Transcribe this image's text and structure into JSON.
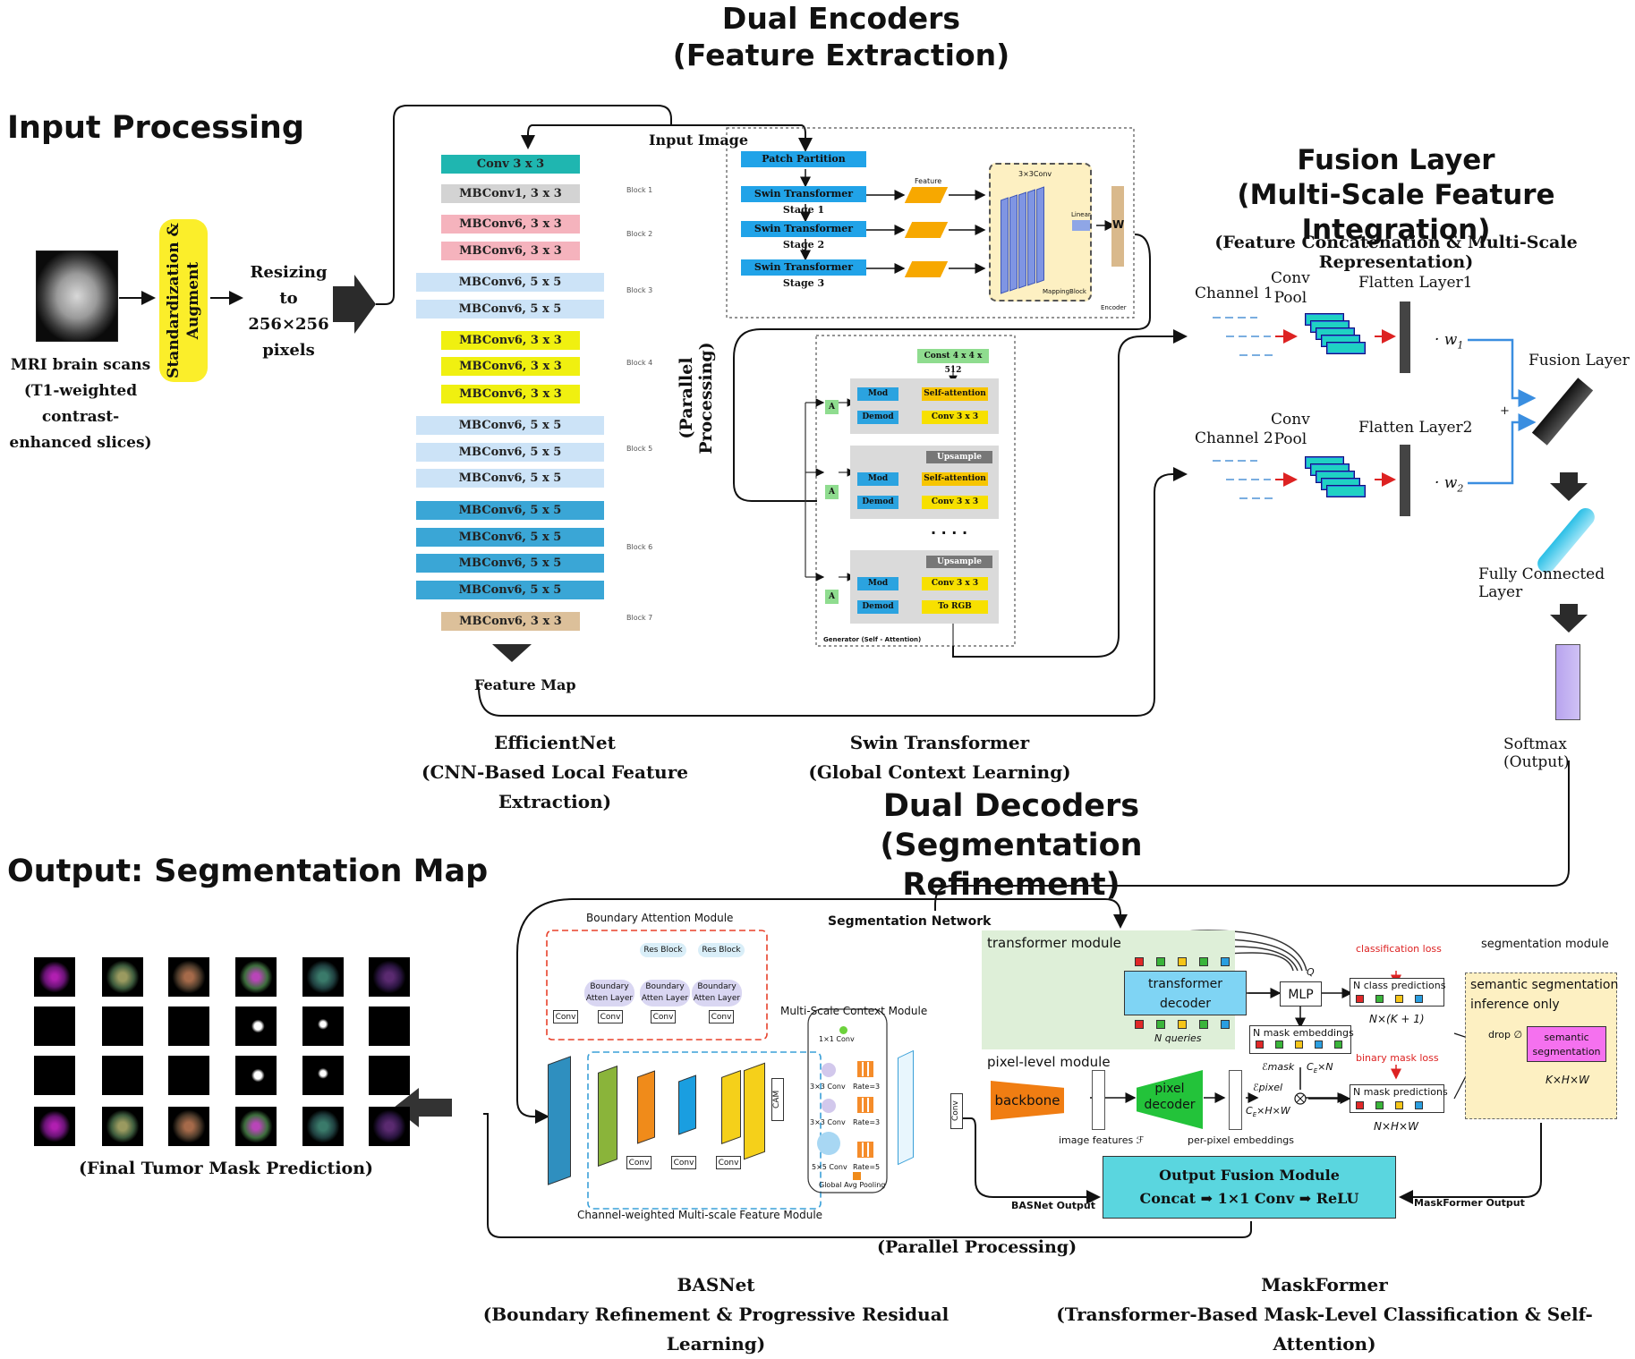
{
  "titles": {
    "dual_encoders": [
      "Dual Encoders",
      "(Feature Extraction)"
    ],
    "input_processing": "Input Processing",
    "fusion_layer": [
      "Fusion Layer",
      "(Multi-Scale Feature Integration)"
    ],
    "fusion_sub": "(Feature Concatenation & Multi-Scale Representation)",
    "dual_decoders": [
      "Dual Decoders",
      "(Segmentation Refinement)"
    ],
    "output_map": "Output: Segmentation Map"
  },
  "input": {
    "mri_caption": [
      "MRI brain scans",
      "(T1-weighted contrast-",
      "enhanced slices)"
    ],
    "standardize": "Standardization & Augment",
    "resize": [
      "Resizing to",
      "256×256",
      "pixels"
    ]
  },
  "encoders": {
    "input_image": "Input Image",
    "parallel": "(Parallel Processing)",
    "efficientnet": {
      "blocks": [
        "Conv 3 x 3",
        "MBConv1, 3 x 3",
        "MBConv6, 3 x 3",
        "MBConv6, 3 x 3",
        "MBConv6, 5 x 5",
        "MBConv6, 5 x 5",
        "MBConv6, 3 x 3",
        "MBConv6, 3 x 3",
        "MBConv6, 3 x 3",
        "MBConv6, 5 x 5",
        "MBConv6, 5 x 5",
        "MBConv6, 5 x 5",
        "MBConv6, 5 x 5",
        "MBConv6, 5 x 5",
        "MBConv6, 5 x 5",
        "MBConv6, 5 x 5",
        "MBConv6, 3 x 3"
      ],
      "block_labels": [
        "Block 1",
        "Block 2",
        "Block 3",
        "Block 4",
        "Block 5",
        "Block 6",
        "Block 7"
      ],
      "feature_map": "Feature Map",
      "caption": [
        "EfficientNet",
        "(CNN-Based Local Feature Extraction)"
      ]
    },
    "swin": {
      "patch": "Patch Partition",
      "stages": [
        "Swin Transformer Stage 1",
        "Swin Transformer Stage 2",
        "Swin Transformer Stage 3"
      ],
      "feature": "Feature",
      "conv_label": "3×3Conv",
      "linear": "Linear",
      "w": "W",
      "mapping": "MappingBlock",
      "encoder": "Encoder",
      "gen_const": "Const 4 x 4 x 512",
      "gen_a": "A",
      "gen_mod": "Mod",
      "gen_demod": "Demod",
      "gen_selfatt": "Self-attention",
      "gen_conv": "Conv 3 x 3",
      "gen_upsample": "Upsample",
      "gen_torgb": "To RGB",
      "gen_dots": ". . . .",
      "gen_caption": "Generator (Self - Attention)",
      "caption": [
        "Swin Transformer",
        "(Global Context Learning)"
      ]
    }
  },
  "fusion": {
    "channel1": "Channel 1",
    "channel2": "Channel 2",
    "conv_pool": [
      "Conv",
      "Pool"
    ],
    "flatten1": "Flatten Layer1",
    "flatten2": "Flatten Layer2",
    "w1": "· w",
    "w1_sub": "1",
    "w2": "· w",
    "w2_sub": "2",
    "plus": "+",
    "fusion_layer": "Fusion Layer",
    "fc": "Fully Connected Layer",
    "softmax": "Softmax (Output)"
  },
  "decoders": {
    "seg_network": "Segmentation Network",
    "bam": "Boundary Attention Module",
    "res_block": "Res Block",
    "bal": [
      "Boundary",
      "Atten Layer"
    ],
    "conv": "Conv",
    "cam": "CAM",
    "msc": "Multi-Scale Context Module",
    "msc_items": [
      "1×1 Conv",
      "3×3 Conv",
      "Rate=3",
      "3×3 Conv",
      "Rate=3",
      "5×5 Conv",
      "Rate=5",
      "Global Avg Pooling"
    ],
    "cwmf": "Channel-weighted Multi-scale Feature Module",
    "transformer_module": "transformer module",
    "transformer_decoder": [
      "transformer",
      "decoder"
    ],
    "n_queries": "N queries",
    "q": "Q",
    "mlp": "MLP",
    "class_loss": "classification loss",
    "class_pred": "N class predictions",
    "class_dim": "N×(K + 1)",
    "mask_emb": "N mask embeddings",
    "e_mask": "ℰmask",
    "ce_n": "C",
    "ce_n_rest": "×N",
    "pixel_module": "pixel-level module",
    "backbone": "backbone",
    "pixel_decoder": [
      "pixel",
      "decoder"
    ],
    "image_features": "image features ℱ",
    "e_pixel": "ℰpixel",
    "ce_hw": "C",
    "ce_hw_rest": "×H×W",
    "per_pixel": "per-pixel embeddings",
    "binary_loss": "binary mask loss",
    "mask_pred": "N mask predictions",
    "mask_dim": "N×H×W",
    "seg_module": "segmentation module",
    "sem_inference": [
      "semantic segmentation",
      "inference only"
    ],
    "drop": "drop ∅",
    "sem_seg": [
      "semantic",
      "segmentation"
    ],
    "kxhxw": "K×H×W",
    "output_fusion": [
      "Output Fusion Module",
      "Concat ➡ 1×1 Conv ➡ ReLU"
    ],
    "basnet_output": "BASNet Output",
    "maskformer_output": "MaskFormer Output",
    "parallel": "(Parallel Processing)",
    "basnet_caption": [
      "BASNet",
      "(Boundary Refinement & Progressive Residual Learning)"
    ],
    "maskformer_caption": [
      "MaskFormer",
      "(Transformer-Based Mask-Level Classification & Self-Attention)"
    ]
  },
  "output": {
    "caption": "(Final Tumor Mask Prediction)"
  },
  "colors": {
    "teal": "#1fb6b0",
    "gray_block": "#d3d3d3",
    "pink_block": "#f5b3bd",
    "lightblue_block": "#cce3f7",
    "yellow_block": "#f0f010",
    "blue_block": "#3aa6d6",
    "tan_block": "#dcc09a",
    "swin_blue": "#21a3e8",
    "orange": "#f29b16",
    "fusion_cyan": "#5ad6df"
  }
}
